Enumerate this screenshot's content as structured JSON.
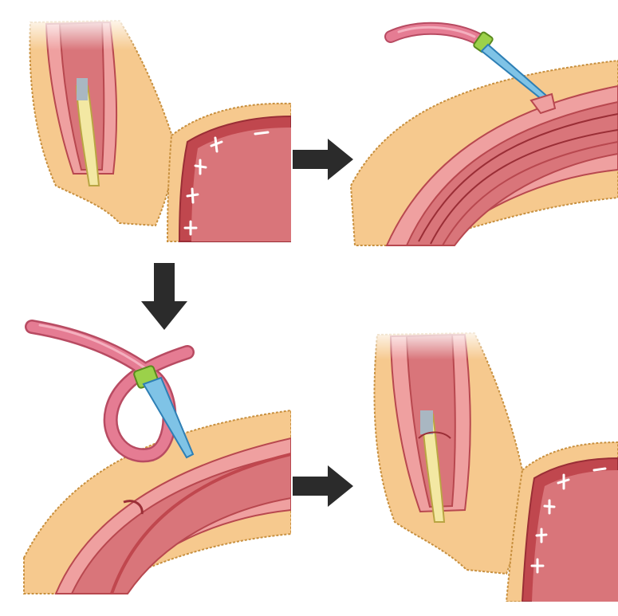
{
  "colors": {
    "background": "#ffffff",
    "fat": "#f6c98e",
    "fat_edge": "#c8903f",
    "muscle": "#d9757a",
    "muscle_dark": "#b8484f",
    "muscle_light": "#efa0a0",
    "canal": "#c0474e",
    "tube": "#e57c93",
    "tube_light": "#f4b0bf",
    "tube_edge": "#b84b62",
    "needle": "#7fc3e6",
    "needle_edge": "#2e7fb5",
    "hub": "#9bd14a",
    "drain": "#f3e8a3",
    "arrow": "#2b2b2b"
  },
  "icons": {
    "step1_to_step2": "arrow-right-icon",
    "step1_to_step3": "arrow-down-icon",
    "step3_to_step4": "arrow-right-icon"
  },
  "panels": [
    {
      "name": "drain-in-wound-panel"
    },
    {
      "name": "needle-insertion-panel"
    },
    {
      "name": "tube-threading-panel"
    },
    {
      "name": "final-placement-panel"
    }
  ]
}
